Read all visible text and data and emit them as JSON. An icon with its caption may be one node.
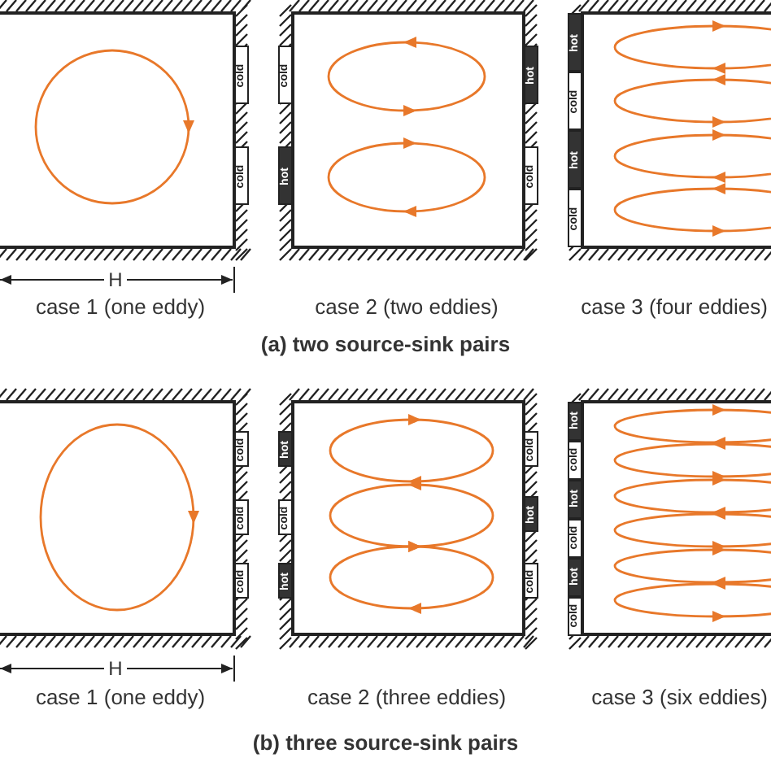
{
  "diagram": {
    "nodes": [
      {
        "text": [
          "cold"
        ]
      },
      {
        "text": [
          "cold"
        ]
      },
      {
        "text": [
          "cold"
        ]
      },
      {
        "text": [
          "hot"
        ]
      },
      {
        "text": [
          "hot"
        ]
      },
      {
        "text": [
          "cold"
        ]
      },
      {
        "text": [
          "hot"
        ]
      },
      {
        "text": [
          "cold"
        ]
      },
      {
        "text": [
          "hot"
        ]
      },
      {
        "text": [
          "cold"
        ]
      },
      {
        "text": [
          "cold"
        ]
      },
      {
        "text": [
          "cold"
        ]
      },
      {
        "text": [
          "cold"
        ]
      },
      {
        "text": [
          "hot"
        ]
      },
      {
        "text": [
          "cold"
        ]
      },
      {
        "text": [
          "hot"
        ]
      },
      {
        "text": [
          "cold"
        ]
      },
      {
        "text": [
          "hot"
        ]
      },
      {
        "text": [
          "cold"
        ]
      },
      {
        "text": [
          "hot"
        ]
      },
      {
        "text": [
          "cold"
        ]
      },
      {
        "text": [
          "hot"
        ]
      },
      {
        "text": [
          "cold"
        ]
      },
      {
        "text": [
          "hot"
        ]
      },
      {
        "text": [
          "cold"
        ]
      }
    ],
    "labels": [
      "H",
      "case 1 (one eddy)",
      "case 2 (two eddies)",
      "case 3 (four eddies)",
      "(a) two source-sink pairs",
      "H",
      "case 1 (one eddy)",
      "case 2 (three eddies)",
      "case 3 (six eddies)",
      "(b) three source-sink pairs"
    ]
  }
}
